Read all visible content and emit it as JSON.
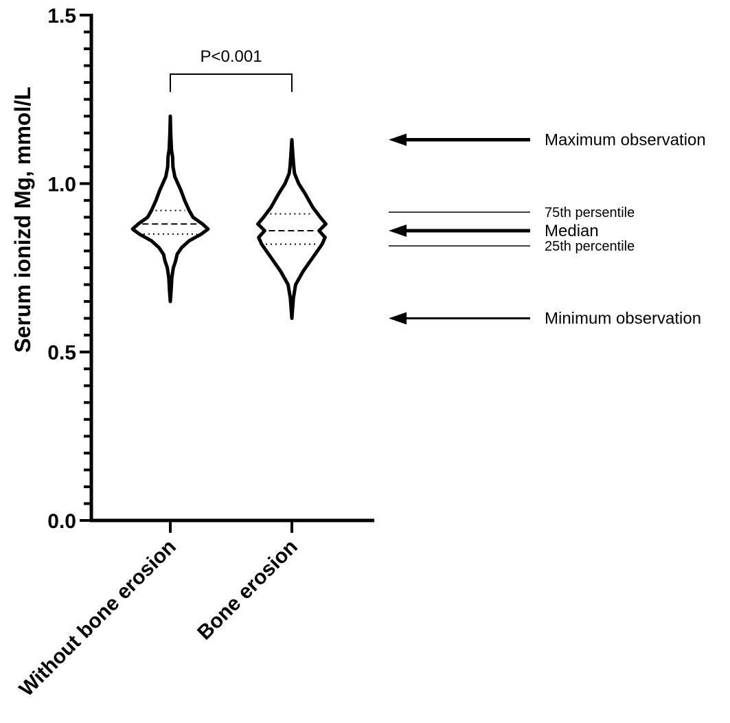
{
  "chart_data": {
    "type": "violin",
    "ylabel": "Serum ionizd Mg,  mmol/L",
    "ylim": [
      0,
      1.5
    ],
    "yticks": [
      0.0,
      0.5,
      1.0,
      1.5
    ],
    "ytick_labels": [
      "0.0",
      "0.5",
      "1.0",
      "1.5"
    ],
    "y_minor_tick_step": 0.05,
    "categories": [
      "Without bone erosion",
      "Bone erosion"
    ],
    "series": [
      {
        "category": "Without bone erosion",
        "min": 0.65,
        "q1": 0.85,
        "median": 0.88,
        "q3": 0.92,
        "max": 1.2,
        "density": [
          [
            0.65,
            0
          ],
          [
            0.68,
            0.02
          ],
          [
            0.72,
            0.04
          ],
          [
            0.75,
            0.08
          ],
          [
            0.77,
            0.14
          ],
          [
            0.79,
            0.18
          ],
          [
            0.81,
            0.3
          ],
          [
            0.83,
            0.5
          ],
          [
            0.85,
            0.82
          ],
          [
            0.865,
            1.0
          ],
          [
            0.88,
            0.85
          ],
          [
            0.9,
            0.6
          ],
          [
            0.92,
            0.5
          ],
          [
            0.95,
            0.38
          ],
          [
            0.98,
            0.28
          ],
          [
            1.0,
            0.2
          ],
          [
            1.02,
            0.12
          ],
          [
            1.05,
            0.07
          ],
          [
            1.08,
            0.06
          ],
          [
            1.1,
            0.03
          ],
          [
            1.15,
            0.01
          ],
          [
            1.2,
            0
          ]
        ]
      },
      {
        "category": "Bone erosion",
        "min": 0.6,
        "q1": 0.82,
        "median": 0.86,
        "q3": 0.91,
        "max": 1.13,
        "density": [
          [
            0.6,
            0
          ],
          [
            0.63,
            0.02
          ],
          [
            0.66,
            0.04
          ],
          [
            0.7,
            0.1
          ],
          [
            0.74,
            0.3
          ],
          [
            0.78,
            0.55
          ],
          [
            0.82,
            0.8
          ],
          [
            0.84,
            0.88
          ],
          [
            0.86,
            0.72
          ],
          [
            0.88,
            0.9
          ],
          [
            0.9,
            0.75
          ],
          [
            0.93,
            0.55
          ],
          [
            0.97,
            0.35
          ],
          [
            1.0,
            0.18
          ],
          [
            1.03,
            0.07
          ],
          [
            1.05,
            0.05
          ],
          [
            1.08,
            0.03
          ],
          [
            1.13,
            0
          ]
        ]
      }
    ],
    "significance": {
      "label": "P<0.001",
      "between": [
        "Without bone erosion",
        "Bone erosion"
      ]
    },
    "legend": {
      "items": [
        {
          "label": "Maximum observation",
          "value": 1.13,
          "style": "arrow-bold"
        },
        {
          "label": "75th persentile",
          "value": 0.915,
          "style": "line-thin"
        },
        {
          "label": "Median",
          "value": 0.86,
          "style": "arrow-bold"
        },
        {
          "label": "25th percentile",
          "value": 0.815,
          "style": "line-thin"
        },
        {
          "label": "Minimum observation",
          "value": 0.6,
          "style": "arrow"
        }
      ]
    },
    "grid": false
  }
}
